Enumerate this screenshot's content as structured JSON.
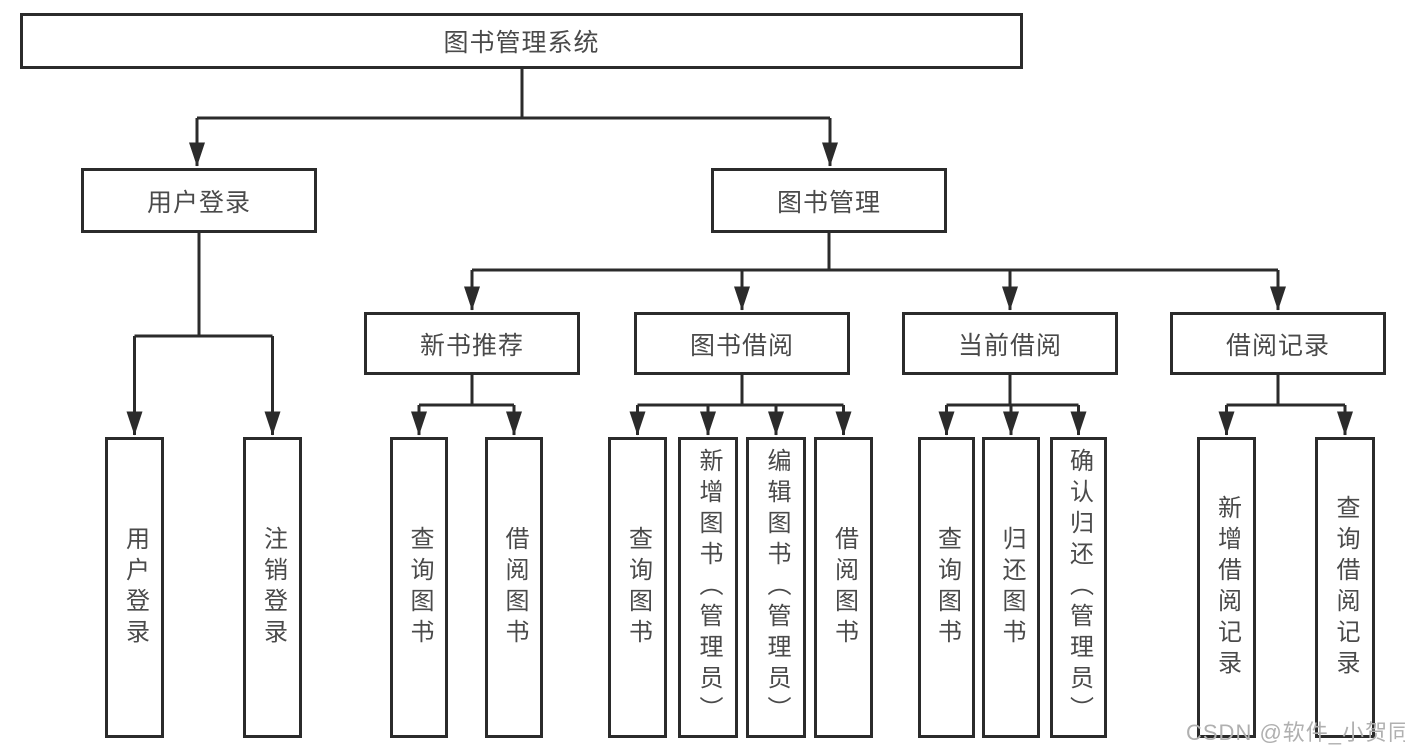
{
  "nodes": {
    "root": "图书管理系统",
    "user_login": "用户登录",
    "book_mgmt": "图书管理",
    "new_book_rec": "新书推荐",
    "book_borrow": "图书借阅",
    "current_borrow": "当前借阅",
    "borrow_record": "借阅记录",
    "leaf_user_login": "用户登录",
    "leaf_logout": "注销登录",
    "leaf_query_book_a": "查询图书",
    "leaf_borrow_book_a": "借阅图书",
    "leaf_query_book_b": "查询图书",
    "leaf_add_book": "新增图书（管理员）",
    "leaf_edit_book": "编辑图书（管理员）",
    "leaf_borrow_book_b": "借阅图书",
    "leaf_query_book_c": "查询图书",
    "leaf_return_book": "归还图书",
    "leaf_confirm_return": "确认归还（管理员）",
    "leaf_add_record": "新增借阅记录",
    "leaf_query_record": "查询借阅记录"
  },
  "watermark": "CSDN @软件_小贺同学",
  "colors": {
    "line": "#2b2b2b",
    "text": "#4a4a4a",
    "watermark": "#b0b0b0",
    "background": "#ffffff"
  }
}
